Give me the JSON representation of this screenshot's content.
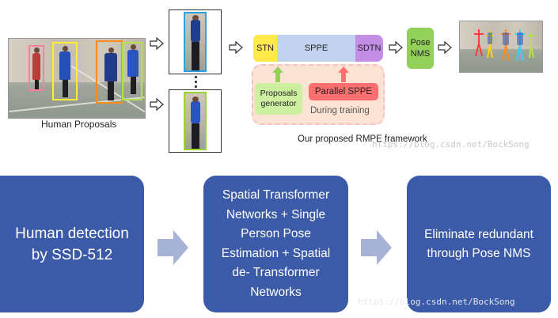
{
  "top": {
    "proposals_caption": "Human Proposals",
    "stn": "STN",
    "sppe": "SPPE",
    "sdtn": "SDTN",
    "pose_nms": "Pose\nNMS",
    "proposals_generator": "Proposals\ngenerator",
    "parallel_sppe": "Parallel SPPE",
    "during_training": "During training",
    "framework_caption": "Our proposed RMPE framework",
    "ellipsis": "⋮"
  },
  "watermark": "https://blog.csdn.net/BockSong",
  "bottom": {
    "box1": "Human detection\nby SSD-512",
    "box2": "Spatial Transformer\nNetworks + Single\nPerson Pose\nEstimation + Spatial\nde- Transformer\nNetworks",
    "box3": "Eliminate redundant\nthrough Pose NMS"
  },
  "colors": {
    "stn": "#ffe84a",
    "sppe": "#c3d2ee",
    "sdtn": "#c38ee6",
    "pose_nms": "#92d05a",
    "proposals_generator": "#cdf0a0",
    "parallel_sppe": "#ff6f6f",
    "training_region": "#fde3d3",
    "up_arrow_green": "#92d05a",
    "up_arrow_red": "#ff6f6f",
    "big_box": "#3b5aa8",
    "big_arrow": "#a7b3d6",
    "bbox_pink": "#ff7f9f",
    "bbox_yellow": "#ffee33",
    "bbox_orange": "#ff8a1c",
    "bbox_green": "#b6e04a",
    "crop_blue": "#2aa1e6",
    "crop_green": "#9ad32b"
  }
}
